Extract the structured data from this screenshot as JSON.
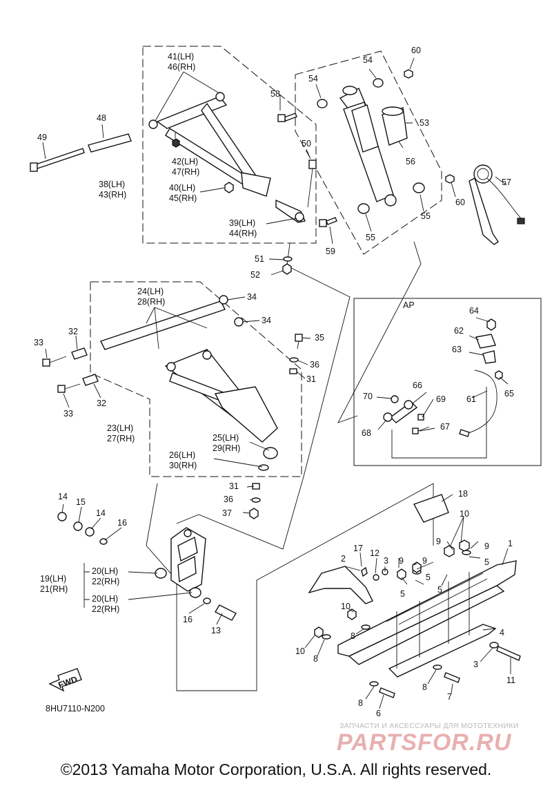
{
  "diagram_code": "8HU7110-N200",
  "copyright": "©2013 Yamaha Motor Corporation, U.S.A. All rights reserved.",
  "watermark": {
    "caption": "ЗАПЧАСТИ И АКСЕССУАРЫ ДЛЯ МОТОТЕХНИКИ",
    "logo": "PARTSFOR.RU"
  },
  "fwd_arrow_label": "FWD",
  "ap_box_label": "AP",
  "part_labels": {
    "p41": "41(LH)",
    "p46": "46(RH)",
    "p48": "48",
    "p49": "49",
    "p42": "42(LH)",
    "p47": "47(RH)",
    "p38": "38(LH)",
    "p43": "43(RH)",
    "p40": "40(LH)",
    "p45": "45(RH)",
    "p39": "39(LH)",
    "p44": "44(RH)",
    "p50": "50",
    "p51": "51",
    "p52": "52",
    "p58": "58",
    "p54a": "54",
    "p54b": "54",
    "p60a": "60",
    "p60b": "60",
    "p53": "53",
    "p56": "56",
    "p57": "57",
    "p55a": "55",
    "p55b": "55",
    "p59": "59",
    "p24": "24(LH)",
    "p28": "28(RH)",
    "p34a": "34",
    "p34b": "34",
    "p32a": "32",
    "p32b": "32",
    "p33a": "33",
    "p33b": "33",
    "p35": "35",
    "p36a": "36",
    "p31a": "31",
    "p23": "23(LH)",
    "p27": "27(RH)",
    "p25": "25(LH)",
    "p29": "29(RH)",
    "p26": "26(LH)",
    "p30": "30(RH)",
    "p31b": "31",
    "p36b": "36",
    "p37": "37",
    "p64": "64",
    "p62": "62",
    "p63": "63",
    "p65": "65",
    "p70": "70",
    "p66": "66",
    "p69": "69",
    "p61": "61",
    "p68": "68",
    "p67": "67",
    "p14a": "14",
    "p15": "15",
    "p14b": "14",
    "p16a": "16",
    "p19": "19(LH)",
    "p21": "21(RH)",
    "p20a": "20(LH)",
    "p22a": "22(RH)",
    "p20b": "20(LH)",
    "p22b": "22(RH)",
    "p16b": "16",
    "p13": "13",
    "p18": "18",
    "p10a": "10",
    "p9a": "9",
    "p9b": "9",
    "p1": "1",
    "p5a": "5",
    "p2": "2",
    "p17": "17",
    "p12": "12",
    "p3a": "3",
    "p9c": "9",
    "p9d": "9",
    "p5b": "5",
    "p5c": "5",
    "p5d": "5",
    "p10b": "10",
    "p8a": "8",
    "p4": "4",
    "p10c": "10",
    "p8b": "8",
    "p3b": "3",
    "p11": "11",
    "p8c": "8",
    "p7": "7",
    "p8d": "8",
    "p6": "6"
  }
}
